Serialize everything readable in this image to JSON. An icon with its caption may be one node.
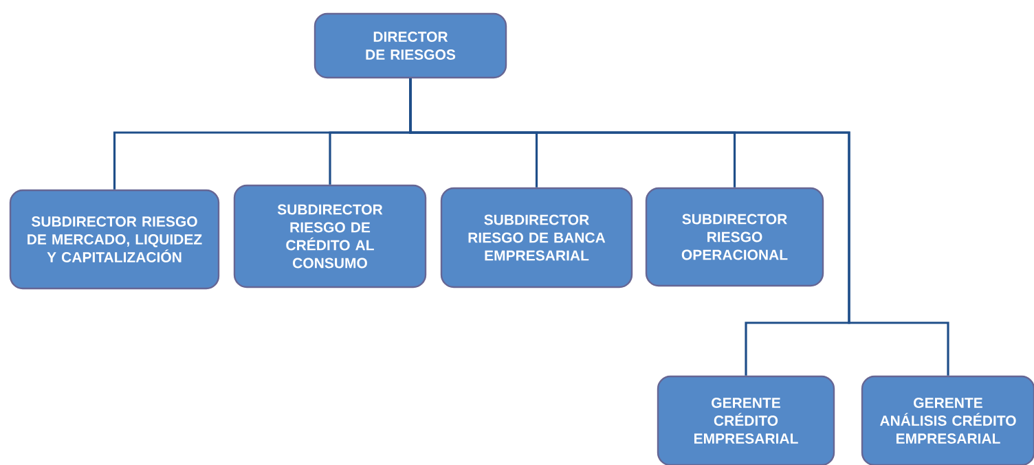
{
  "diagram": {
    "nodes": [
      {
        "text": [
          "DIRECTOR DE RIESGOS"
        ]
      },
      {
        "text": [
          "SUBDIRECTOR RIESGO DE MERCADO, LIQUIDEZ Y CAPITALIZACIÓN"
        ]
      },
      {
        "text": [
          "SUBDIRECTOR RIESGO DE CRÉDITO AL  CONSUMO"
        ]
      },
      {
        "text": [
          "SUBDIRECTOR RIESGO DE BANCA EMPRESARIAL"
        ]
      },
      {
        "text": [
          "SUBDIRECTOR RIESGO OPERACIONAL"
        ]
      },
      {
        "text": [
          "GERENTE CRÉDITO EMPRESARIAL"
        ]
      },
      {
        "text": [
          "GERENTE ANÁLISIS CRÉDITO EMPRESARIAL"
        ]
      }
    ],
    "edges": [
      {
        "from": 0,
        "to": 1,
        "arrow": "none"
      },
      {
        "from": 0,
        "to": 2,
        "arrow": "none"
      },
      {
        "from": 0,
        "to": 3,
        "arrow": "none"
      },
      {
        "from": 0,
        "to": 4,
        "arrow": "none"
      },
      {
        "from": 0,
        "to": 5,
        "arrow": "none"
      },
      {
        "from": 0,
        "to": 6,
        "arrow": "none"
      }
    ]
  }
}
